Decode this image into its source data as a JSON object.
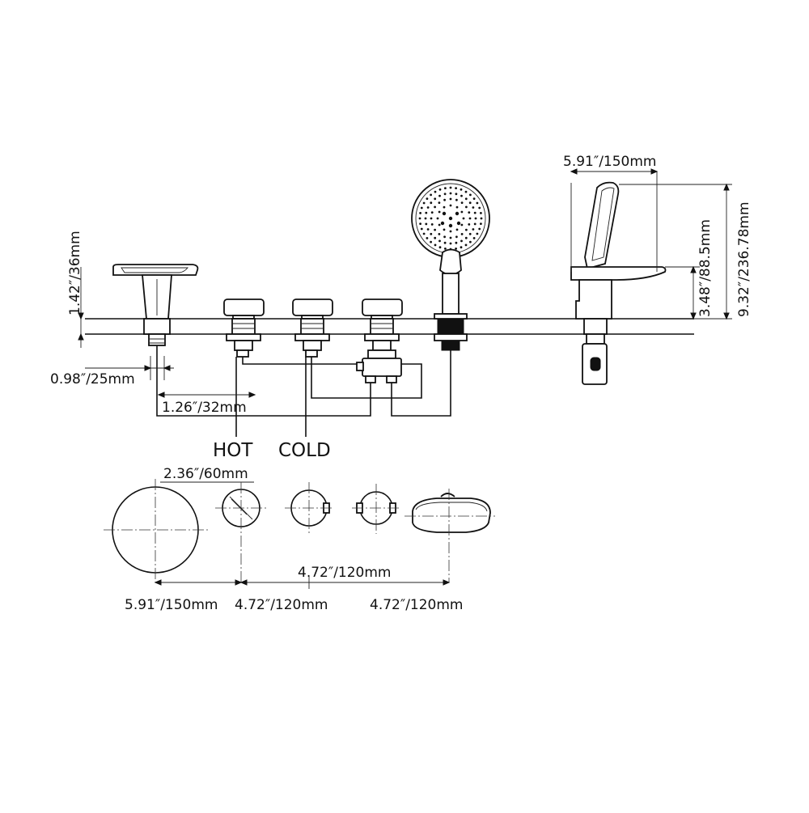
{
  "labels": {
    "hot": "HOT",
    "cold": "COLD"
  },
  "dimensions": {
    "handheld_width": "5.91″/150mm",
    "spout_height": "1.42″/36mm",
    "shank_offset": "0.98″/25mm",
    "valve_offset": "1.26″/32mm",
    "holder_height_upper": "3.48″/88.5mm",
    "total_height": "9.32″/236.78mm",
    "handle_diameter": "2.36″/60mm",
    "spout_diameter": "5.91″/150mm",
    "spacing_1": "4.72″/120mm",
    "spacing_2": "4.72″/120mm",
    "spacing_3": "4.72″/120mm"
  },
  "colors": {
    "line": "#111111",
    "background": "#ffffff"
  }
}
